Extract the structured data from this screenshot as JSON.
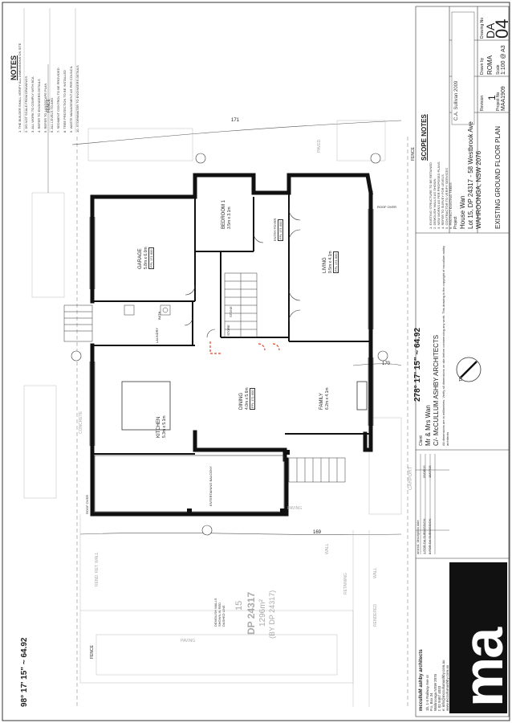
{
  "drawing": {
    "bearing_top": "278° 17' 15\" ~ 64.92",
    "bearing_bottom": "98° 17' 15\" ~ 64.92",
    "lot_number": "15",
    "lot_dp": "DP 24317",
    "lot_area": "1296m²",
    "lot_area_note": "(BY DP 24317)",
    "demolish_note": "DEMOLISH WALLS SHOWN IN RED DASHED LINE",
    "contour_171": "171",
    "contour_170": "170",
    "contour_169": "169",
    "spot_level": "170",
    "fence_labels": [
      "FENCE",
      "FENCE",
      "FENCE"
    ],
    "paving_labels": [
      "PAVING",
      "PAVING",
      "PAVED"
    ],
    "retaining_labels": [
      "RETAINING",
      "WALL",
      "RENDERED",
      "WALL",
      "REND. RET. WALL"
    ],
    "carport_label": "CARPORT",
    "concrete_label": "CONCRETE",
    "roof_over_labels": [
      "ROOF OVER",
      "ROOF OVER"
    ],
    "stone_label": "STONE",
    "north_label": "TN"
  },
  "rooms": [
    {
      "key": "garage",
      "name": "GARAGE",
      "size": "5.8m x 6.0m",
      "level": "FFL 171.000"
    },
    {
      "key": "bedroom",
      "name": "BEDROOM 1",
      "size": "3.5m x 3.1m",
      "level": ""
    },
    {
      "key": "entry",
      "name": "ENTRY FOYER",
      "size": "",
      "level": "FFL 171.000"
    },
    {
      "key": "living",
      "name": "LIVING",
      "size": "9.5m x 4.1m",
      "level": "FFL 171.000"
    },
    {
      "key": "kitchen",
      "name": "KITCHEN",
      "size": "5.3m x 5.1m",
      "level": ""
    },
    {
      "key": "dining",
      "name": "DINING",
      "size": "4.0m x 5.6m",
      "level": "FFL 171.000"
    },
    {
      "key": "family",
      "name": "FAMILY",
      "size": "6.2m x 4.1m",
      "level": ""
    },
    {
      "key": "balcony",
      "name": "ENTERTAINING BALCONY",
      "size": "",
      "level": ""
    },
    {
      "key": "bath",
      "name": "BATH",
      "size": "",
      "level": ""
    },
    {
      "key": "laundry",
      "name": "LAUNDRY",
      "size": "",
      "level": ""
    },
    {
      "key": "store",
      "name": "STORE",
      "size": "",
      "level": ""
    }
  ],
  "notes": {
    "heading": "NOTES",
    "lines": [
      "1. THE BUILDER SHALL VERIFY ALL DIMENSIONS ON SITE",
      "2. DO NOT SCALE FROM DRAWINGS",
      "3. ALL WORK TO COMPLY WITH BCA",
      "4. REFER TO ENGINEERS DETAILS",
      "5. REFER TO LANDSCAPE PLAN",
      "6. ALL LEVELS TO AHD",
      "7. SEDIMENT CONTROL TO BE PROVIDED",
      "8. TREE PROTECTION TO BE INSTALLED",
      "9. WASTE MANAGEMENT AS PER COUNCIL",
      "10. STORMWATER TO ENGINEERS DETAILS"
    ]
  },
  "scope_notes": {
    "heading": "SCOPE NOTES",
    "lines": [
      "1. EXISTING STRUCTURE TO BE RETAINED",
      "2. DEMOLISH WALLS AS SHOWN",
      "3. NEW WORKS AS PER PROPOSED PLANS",
      "4. REFER TO SURVEY FOR LEVELS",
      "5. CONTRACTOR TO VERIFY SERVICES",
      "6. PROTECT EXISTING TREES"
    ]
  },
  "title_block": {
    "firm_name": "mcculluM ashby architects",
    "firm_address": [
      "1b, 1-5 Railway Ave or",
      "P.o. Box 34",
      "Wahroonga NSW 2076",
      "t: 02 9487 4033",
      "e: info@mccullumashby.com.au",
      "www.mccullumashby.com.au"
    ],
    "revisions": [
      {
        "rev": "1",
        "desc": "FOR DA SUBMISSION",
        "date": "05/08/15"
      },
      {
        "rev": "0",
        "desc": "FOR DA SUBMISSION",
        "date": "18/07/15"
      }
    ],
    "rev_header": [
      "amend.",
      "description",
      "date"
    ],
    "client_label": "Client",
    "client": [
      "Mr & Mrs Wan",
      "C/- McCULLUM ASHBY ARCHITECTS"
    ],
    "project_label": "Project",
    "project": [
      "House Wan",
      "Lot 15, DP 24317 - 58 Westbrook Ave",
      "WAHROONGA, NSW 2076"
    ],
    "drawing_title": "EXISTING GROUND FLOOR PLAN",
    "copyright": "All dimensions are in millimetres. Verify all dimensions on site before commencing any work. This drawing is the copyright of mccullum ashby architects",
    "scale_label": "Scale",
    "scale": "1:100 @ A3",
    "drawn_label": "Drawn by",
    "drawn": "ROMA",
    "project_no_label": "Project No",
    "project_no": "MAA1909",
    "revision_label": "Revision",
    "revision": "1",
    "sheet_label": "Drawing No",
    "sheet_prefix": "DA",
    "sheet_no": "04",
    "seal": "C.A. Sullivan 2009",
    "logo": "ma"
  }
}
